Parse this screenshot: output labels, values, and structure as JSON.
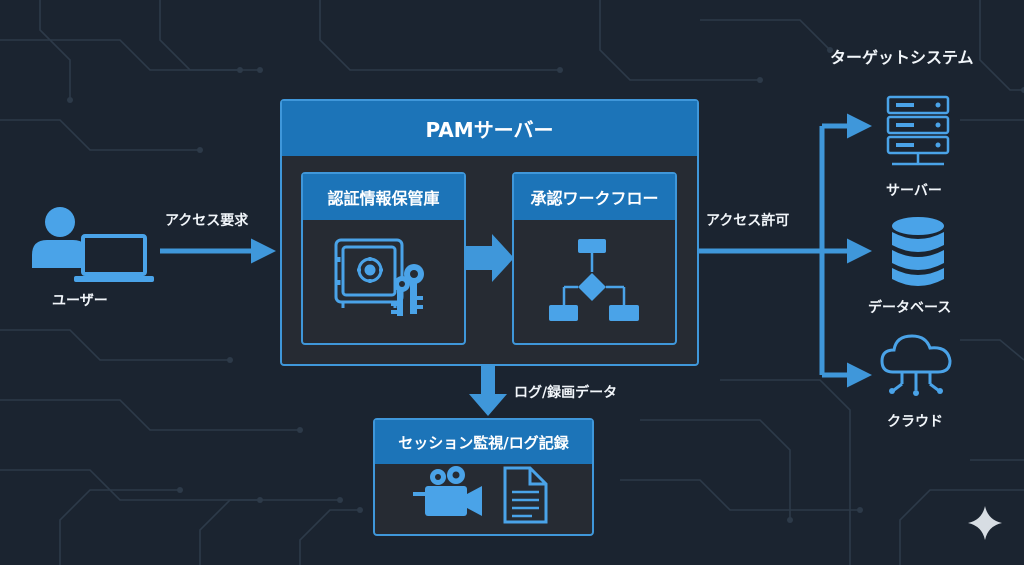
{
  "diagram": {
    "user": {
      "label": "ユーザー"
    },
    "request_label": "アクセス要求",
    "pam": {
      "title": "PAMサーバー",
      "vault": {
        "title": "認証情報保管庫"
      },
      "workflow": {
        "title": "承認ワークフロー"
      }
    },
    "grant_label": "アクセス許可",
    "targets": {
      "title": "ターゲットシステム",
      "server": "サーバー",
      "database": "データベース",
      "cloud": "クラウド"
    },
    "log_label": "ログ/録画データ",
    "session": {
      "title": "セッション監視/ログ記録"
    }
  },
  "colors": {
    "background": "#1b2430",
    "accent": "#3f97da",
    "header": "#1c74b8",
    "panel": "#262b33",
    "text": "#f2f6fa"
  }
}
